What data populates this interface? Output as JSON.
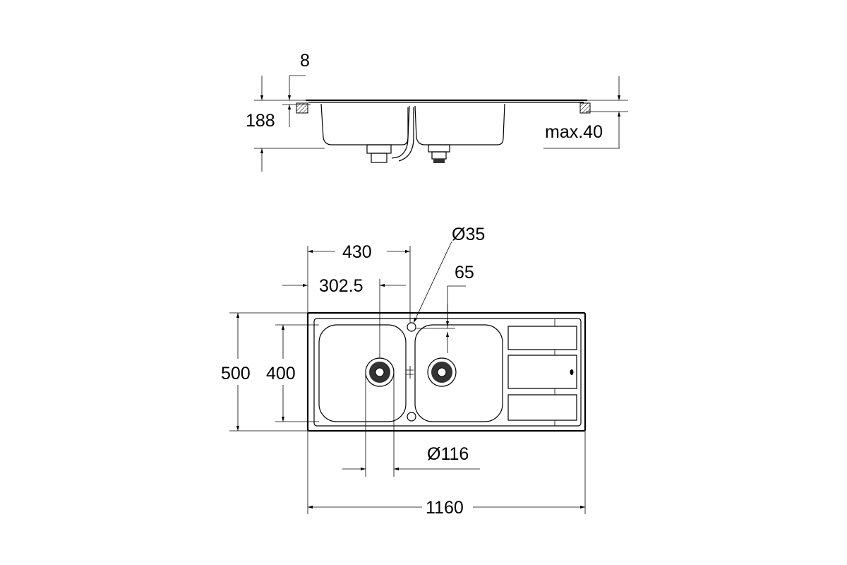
{
  "side_view": {
    "dim_flange": "8",
    "dim_depth": "188",
    "dim_worktop": "max.40"
  },
  "top_view": {
    "dim_tap_hole": "Ø35",
    "dim_bowl_center_distance": "430",
    "dim_drain_offset": "302.5",
    "dim_tap_offset": "65",
    "dim_width": "500",
    "dim_bowl_width": "400",
    "dim_drain_diameter": "Ø116",
    "dim_length": "1160"
  }
}
